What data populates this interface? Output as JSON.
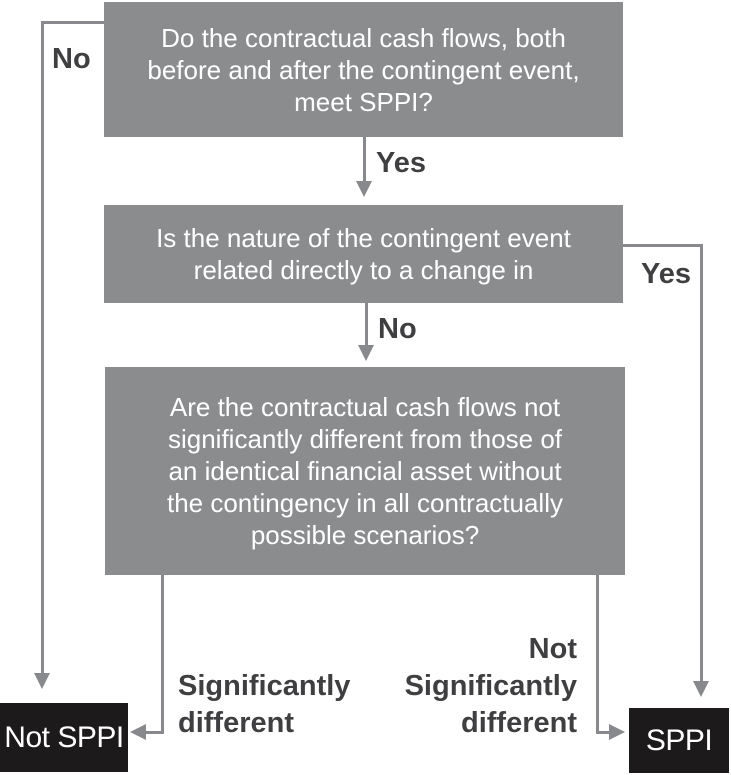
{
  "colors": {
    "box_gray": "#8a8c8e",
    "box_black": "#1d1a1b",
    "line_gray": "#87898c",
    "label_text": "#3f3f41",
    "box_text": "#ffffff"
  },
  "nodes": {
    "q1": {
      "lines": [
        "Do the contractual cash flows, both",
        "before and after the contingent event,",
        "meet SPPI?"
      ]
    },
    "q2": {
      "lines": [
        "Is the nature of the contingent event",
        "related directly to a change in"
      ]
    },
    "q3": {
      "lines": [
        "Are the contractual cash flows not",
        "significantly different from those of",
        "an identical financial asset without",
        "the contingency in all contractually",
        "possible scenarios?"
      ]
    },
    "not_sppi": {
      "label": "Not SPPI"
    },
    "sppi": {
      "label": "SPPI"
    }
  },
  "edge_labels": {
    "no_to_not_sppi": "No",
    "yes_q1_to_q2": "Yes",
    "no_q2_to_q3": "No",
    "yes_to_sppi": "Yes",
    "significantly_different": [
      "Significantly",
      "different"
    ],
    "not_significantly_different": [
      "Not",
      "Significantly",
      "different"
    ]
  }
}
